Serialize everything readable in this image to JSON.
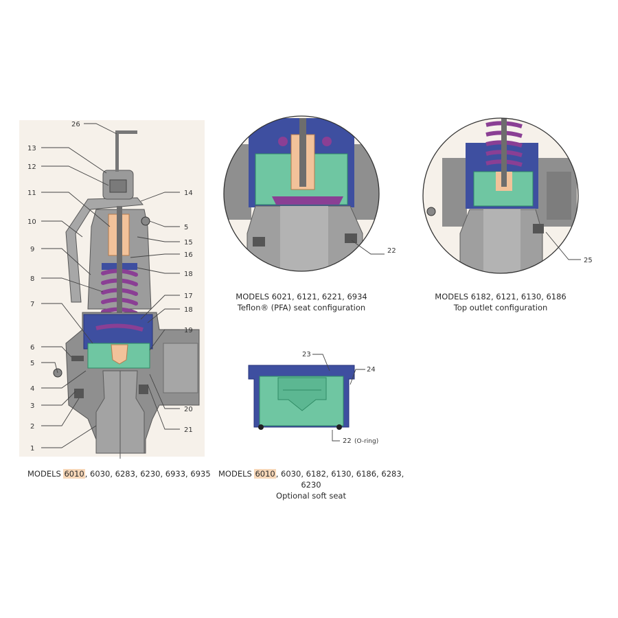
{
  "colors": {
    "body_gray": "#8f8f8f",
    "body_dark": "#6d6d6d",
    "body_light": "#b9b9b9",
    "spring_purple": "#8a3f94",
    "bonnet_blue": "#3e4fa0",
    "disc_green": "#6fc6a2",
    "stem_peach": "#f2c29a",
    "bg_panel": "#f6f1ea"
  },
  "main_view": {
    "callouts": [
      "26",
      "13",
      "12",
      "11",
      "10",
      "9",
      "8",
      "7",
      "6",
      "5",
      "4",
      "3",
      "2",
      "1",
      "14",
      "5",
      "15",
      "16",
      "18",
      "17",
      "18",
      "19",
      "20",
      "21"
    ],
    "caption": {
      "prefix": "MODELS ",
      "highlight": "6010",
      "rest": ", 6030, 6283, 6230, 6933, 6935"
    }
  },
  "teflon_view": {
    "callouts": [
      "22"
    ],
    "caption_line1": "MODELS 6021, 6121, 6221, 6934",
    "caption_line2": "Teflon® (PFA) seat configuration"
  },
  "top_outlet_view": {
    "callouts": [
      "25"
    ],
    "caption_line1": "MODELS 6182, 6121, 6130, 6186",
    "caption_line2": "Top outlet configuration"
  },
  "soft_seat_view": {
    "callouts": [
      "23",
      "24",
      "22"
    ],
    "oring_label": "(O-ring)",
    "caption": {
      "prefix": "MODELS ",
      "highlight": "6010",
      "rest": ", 6030, 6182, 6130, 6186, 6283,"
    },
    "caption_line2": "6230",
    "caption_line3": "Optional soft seat"
  }
}
